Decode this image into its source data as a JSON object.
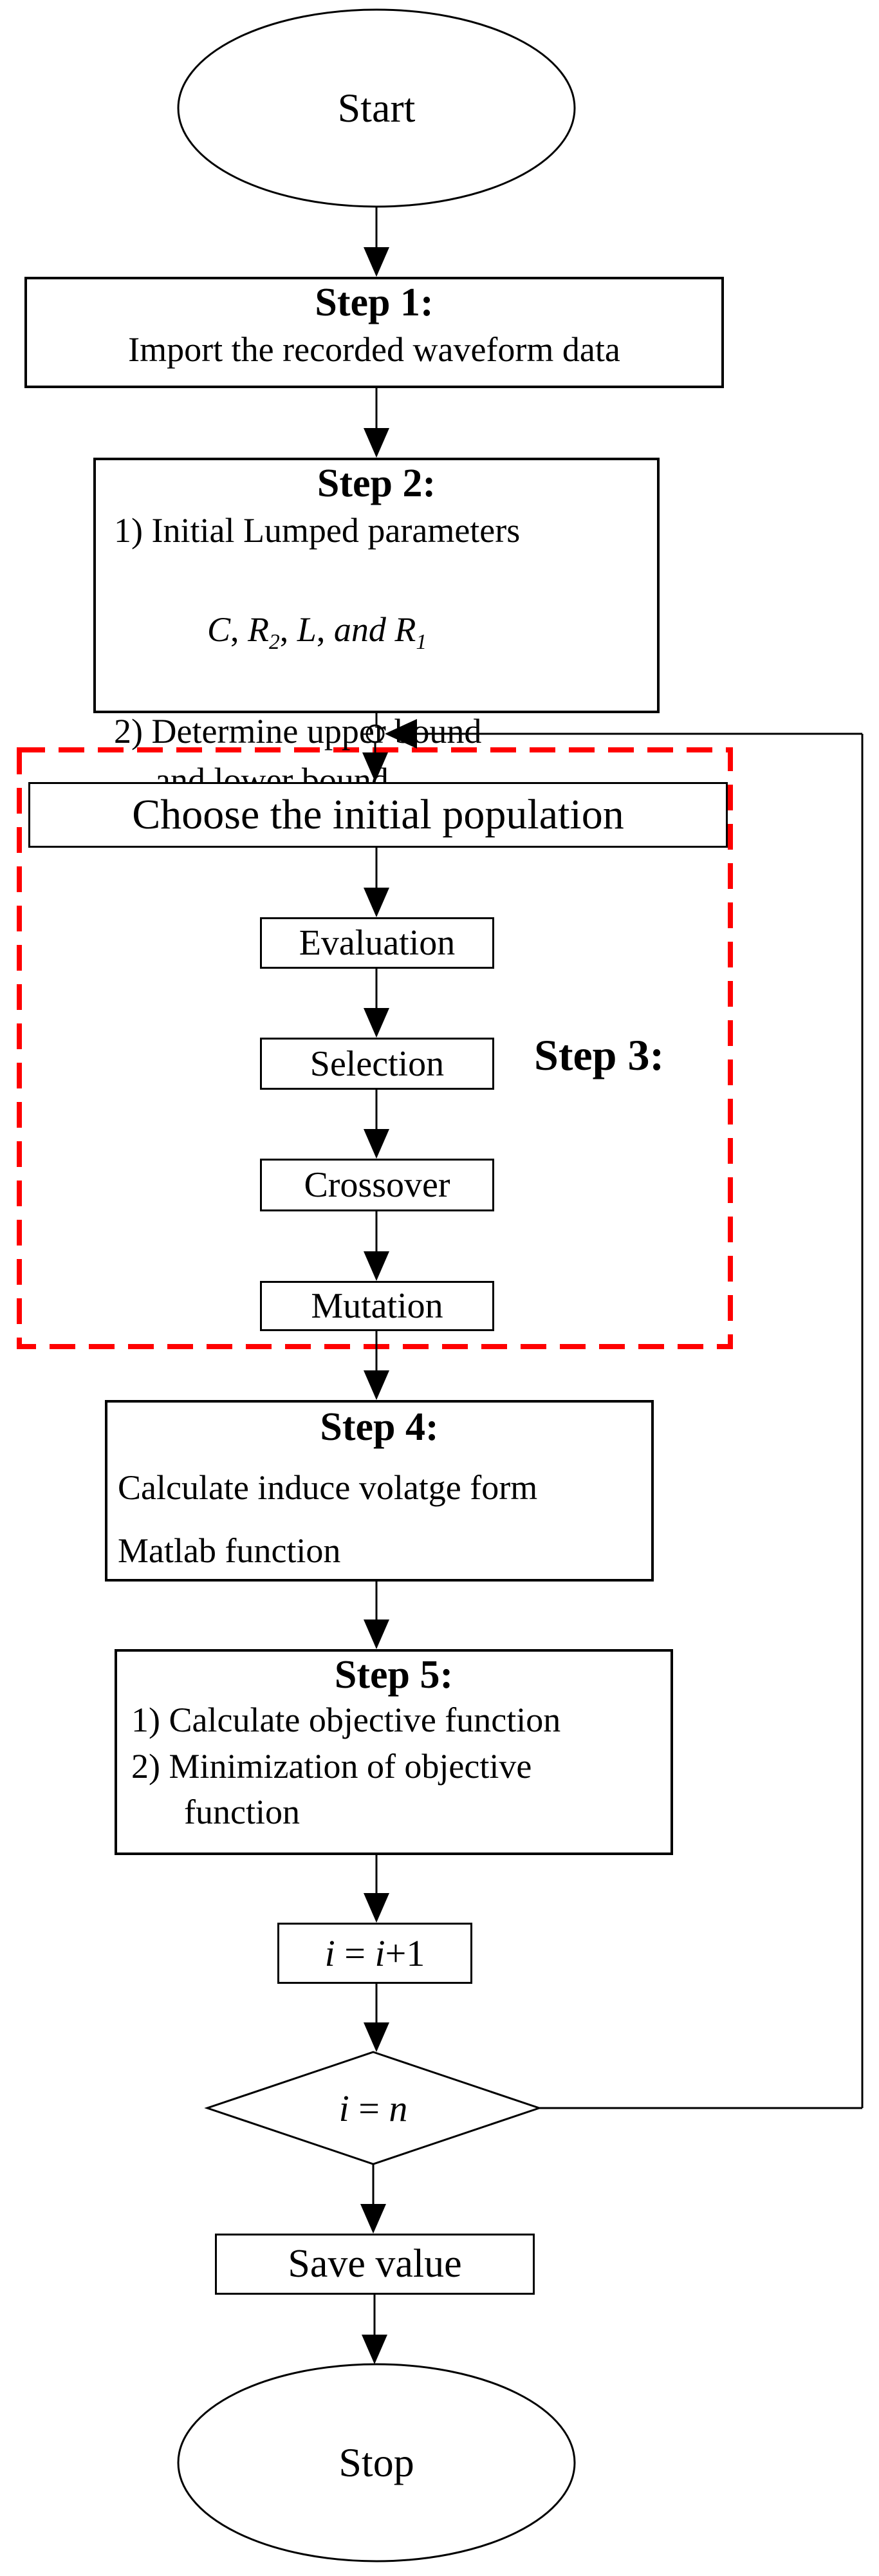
{
  "colors": {
    "stroke": "#000000",
    "dashed_border": "#ff0000",
    "background": "#ffffff"
  },
  "start": {
    "label": "Start"
  },
  "step1": {
    "title": "Step 1:",
    "body": "Import the recorded waveform data"
  },
  "step2": {
    "title": "Step 2:",
    "item1": "1) Initial Lumped parameters",
    "formula": {
      "c": "C",
      "sep1": ", ",
      "r": "R",
      "sub2": "2",
      "sep2": ", ",
      "l": "L",
      "sep3": ", ",
      "and": "and",
      "space": " ",
      "r2": "R",
      "sub1": "1"
    },
    "item2": "2) Determine upper bound",
    "item2_cont": "and lower bound"
  },
  "step3": {
    "label": "Step 3:"
  },
  "choose": {
    "label": "Choose the initial population"
  },
  "evaluation": {
    "label": "Evaluation"
  },
  "selection": {
    "label": "Selection"
  },
  "crossover": {
    "label": "Crossover"
  },
  "mutation": {
    "label": "Mutation"
  },
  "step4": {
    "title": "Step 4:",
    "line1": "Calculate induce volatge form",
    "line2": "Matlab function"
  },
  "step5": {
    "title": "Step 5:",
    "item1": "1) Calculate objective function",
    "item2": "2) Minimization of objective",
    "item2_cont": "function"
  },
  "counter": {
    "var1": "i",
    "eq": " = ",
    "var2": "i",
    "tail": "+1"
  },
  "decision": {
    "var": "i",
    "eq": " = ",
    "value": "n"
  },
  "save": {
    "label": "Save value"
  },
  "stop": {
    "label": "Stop"
  }
}
